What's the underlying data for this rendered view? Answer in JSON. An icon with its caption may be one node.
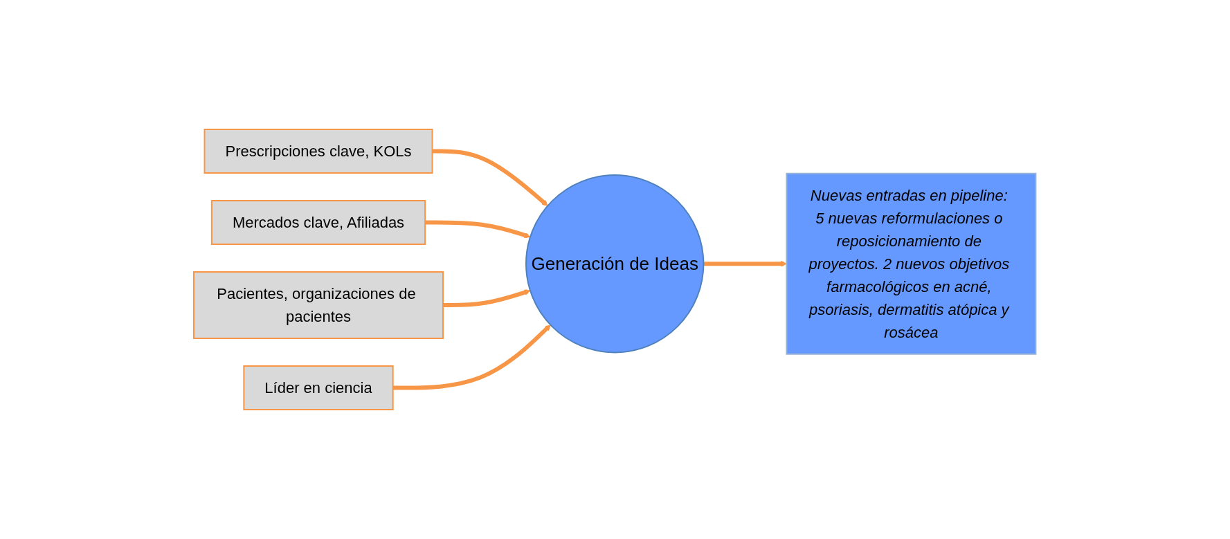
{
  "diagram": {
    "nodes": [
      {
        "text": [
          "Prescripciones clave, KOLs"
        ]
      },
      {
        "text": [
          "Mercados clave, Afiliadas"
        ]
      },
      {
        "text": [
          "Pacientes, organizaciones de pacientes"
        ]
      },
      {
        "text": [
          "Líder en ciencia"
        ]
      },
      {
        "text": [
          "Generación de Ideas"
        ]
      },
      {
        "text": [
          "Nuevas entradas en pipeline: 5 nuevas reformulaciones o reposicionamiento de proyectos. 2 nuevos objetivos farmacológicos en acné, psoriasis, dermatitis atópica y rosácea"
        ]
      }
    ],
    "edges": [
      {
        "from": 0,
        "to": 4,
        "arrow": "to"
      },
      {
        "from": 1,
        "to": 4,
        "arrow": "to"
      },
      {
        "from": 2,
        "to": 4,
        "arrow": "to"
      },
      {
        "from": 3,
        "to": 4,
        "arrow": "to"
      },
      {
        "from": 4,
        "to": 5,
        "arrow": "to"
      }
    ]
  }
}
